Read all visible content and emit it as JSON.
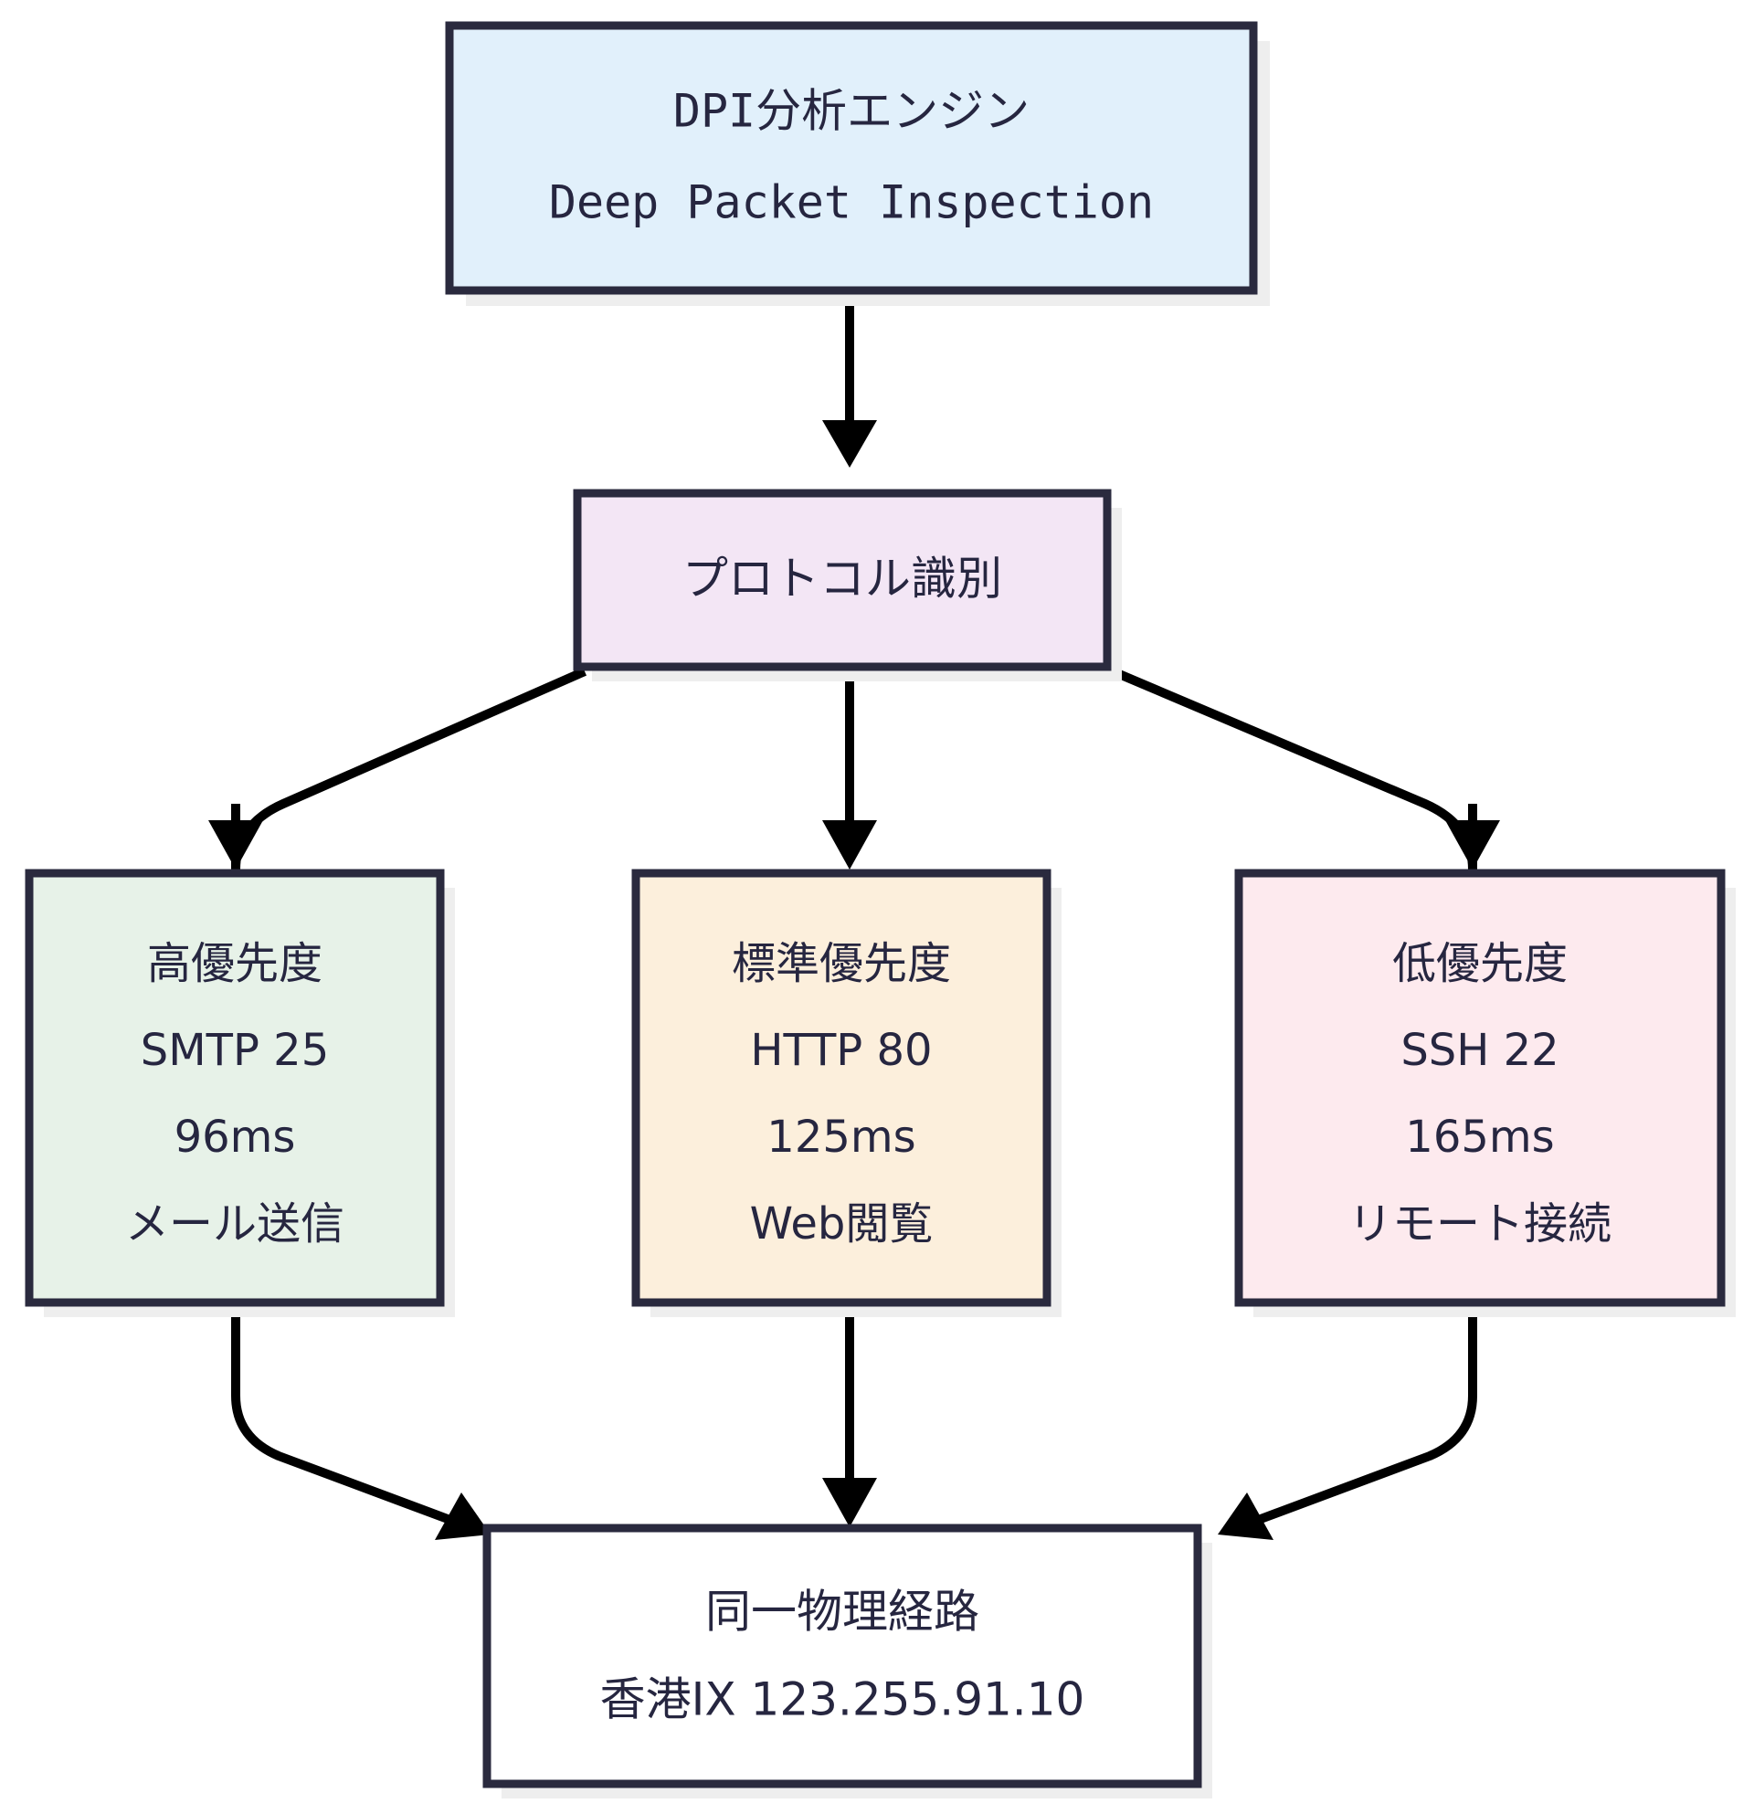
{
  "diagram": {
    "type": "flowchart",
    "direction": "top-down",
    "background": "#ffffff",
    "palette": {
      "border": "#2a2a3e",
      "text": "#262640",
      "edge": "#000000",
      "shadow": "#eeeeee",
      "engine_fill": "#e1f0fb",
      "protocol_fill": "#f3e6f5",
      "high_fill": "#e7f2e8",
      "normal_fill": "#fcefdc",
      "low_fill": "#fdeaee",
      "path_fill": "#ffffff"
    },
    "nodes": {
      "engine": {
        "id": "engine",
        "line1": "DPI分析エンジン",
        "line2": "Deep Packet Inspection",
        "fill": "#e1f0fb"
      },
      "protocol": {
        "id": "protocol",
        "line1": "プロトコル識別",
        "fill": "#f3e6f5"
      },
      "high": {
        "id": "high",
        "line1": "高優先度",
        "line2": "SMTP 25",
        "line3": "96ms",
        "line4": "メール送信",
        "fill": "#e7f2e8"
      },
      "normal": {
        "id": "normal",
        "line1": "標準優先度",
        "line2": "HTTP 80",
        "line3": "125ms",
        "line4": "Web閲覧",
        "fill": "#fcefdc"
      },
      "low": {
        "id": "low",
        "line1": "低優先度",
        "line2": "SSH 22",
        "line3": "165ms",
        "line4": "リモート接続",
        "fill": "#fdeaee"
      },
      "path": {
        "id": "path",
        "line1": "同一物理経路",
        "line2": "香港IX 123.255.91.10",
        "fill": "#ffffff"
      }
    },
    "edges": [
      {
        "id": "engine-protocol",
        "from": "engine",
        "to": "protocol"
      },
      {
        "id": "protocol-high",
        "from": "protocol",
        "to": "high"
      },
      {
        "id": "protocol-normal",
        "from": "protocol",
        "to": "normal"
      },
      {
        "id": "protocol-low",
        "from": "protocol",
        "to": "low"
      },
      {
        "id": "high-path",
        "from": "high",
        "to": "path"
      },
      {
        "id": "normal-path",
        "from": "normal",
        "to": "path"
      },
      {
        "id": "low-path",
        "from": "low",
        "to": "path"
      }
    ]
  }
}
